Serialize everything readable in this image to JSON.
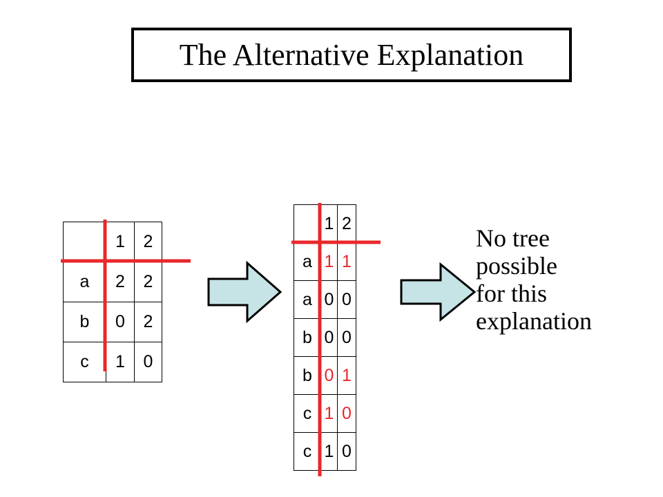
{
  "title": "The Alternative Explanation",
  "table_left": {
    "header": [
      "",
      "1",
      "2"
    ],
    "rows": [
      [
        "a",
        "2",
        "2"
      ],
      [
        "b",
        "0",
        "2"
      ],
      [
        "c",
        "1",
        "0"
      ]
    ]
  },
  "table_right": {
    "header": [
      "",
      "1",
      "2"
    ],
    "rows": [
      [
        "a",
        "1",
        "1"
      ],
      [
        "a",
        "0",
        "0"
      ],
      [
        "b",
        "0",
        "0"
      ],
      [
        "b",
        "0",
        "1"
      ],
      [
        "c",
        "1",
        "0"
      ],
      [
        "c",
        "1",
        "0"
      ]
    ],
    "red_cells": [
      [
        0,
        1
      ],
      [
        0,
        2
      ],
      [
        3,
        1
      ],
      [
        3,
        2
      ],
      [
        4,
        1
      ],
      [
        4,
        2
      ]
    ]
  },
  "conclusion": [
    "No tree",
    "possible",
    "for this",
    "explanation"
  ],
  "colors": {
    "highlight": "#e8282b",
    "arrow_fill": "#c6e3e5",
    "border": "#000000"
  }
}
